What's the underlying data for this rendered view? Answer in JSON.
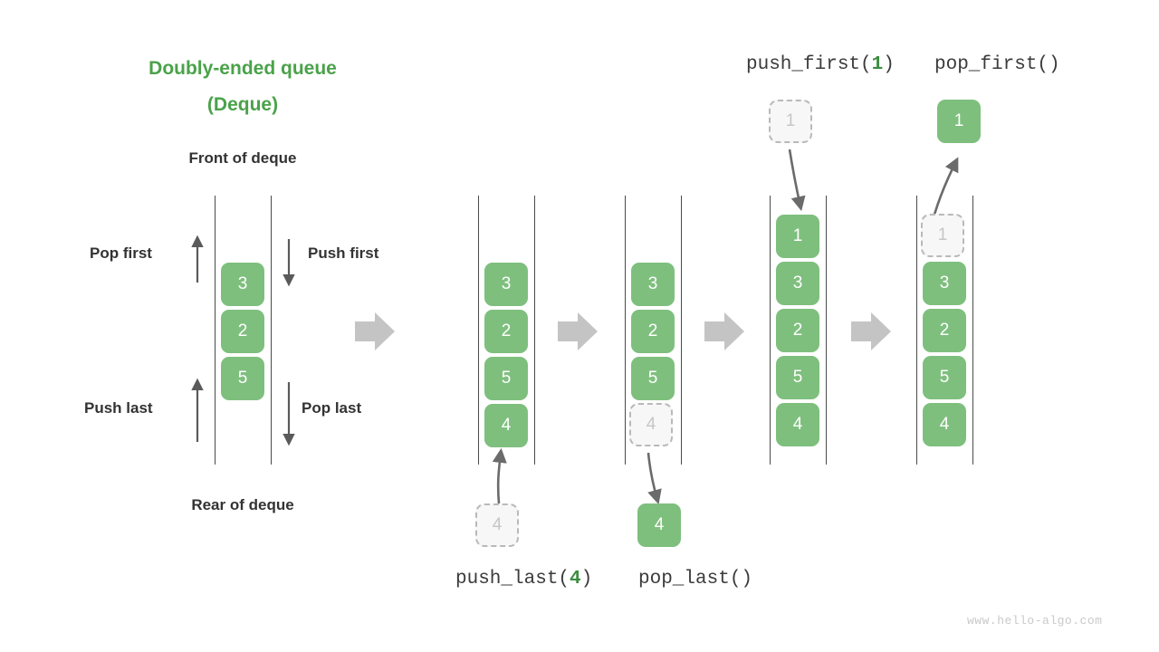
{
  "title": {
    "line1": "Doubly-ended queue",
    "line2": "(Deque)"
  },
  "labels": {
    "front": "Front of deque",
    "rear": "Rear of deque",
    "pop_first": "Pop first",
    "push_first": "Push first",
    "push_last": "Push last",
    "pop_last": "Pop last"
  },
  "captions": {
    "push_first": {
      "prefix": "push_first(",
      "arg": "1",
      "suffix": ")"
    },
    "pop_first": {
      "prefix": "pop_first()",
      "arg": "",
      "suffix": ""
    },
    "push_last": {
      "prefix": "push_last(",
      "arg": "4",
      "suffix": ")"
    },
    "pop_last": {
      "prefix": "pop_last()",
      "arg": "",
      "suffix": ""
    }
  },
  "colors": {
    "accent_green": "#4aa24a",
    "box_green": "#7ebf7e",
    "ghost_fill": "#f7f7f7",
    "ghost_border": "#b9b9b9",
    "ghost_text": "#c6c6c6",
    "rail": "#4a4a4a",
    "arrow_thin": "#5a5a5a",
    "arrow_block": "#c4c4c4",
    "text": "#333333",
    "watermark": "#c9c9c9"
  },
  "columns": [
    {
      "name": "initial-deque",
      "values": [
        "3",
        "2",
        "5"
      ],
      "states": [
        "solid",
        "solid",
        "solid"
      ]
    },
    {
      "name": "after-push-last",
      "values": [
        "3",
        "2",
        "5",
        "4"
      ],
      "states": [
        "solid",
        "solid",
        "solid",
        "solid"
      ]
    },
    {
      "name": "before-pop-last",
      "values": [
        "3",
        "2",
        "5",
        "4"
      ],
      "states": [
        "solid",
        "solid",
        "solid",
        "ghost"
      ]
    },
    {
      "name": "after-push-first",
      "values": [
        "1",
        "3",
        "2",
        "5",
        "4"
      ],
      "states": [
        "solid",
        "solid",
        "solid",
        "solid",
        "solid"
      ]
    },
    {
      "name": "before-pop-first",
      "values": [
        "1",
        "3",
        "2",
        "5",
        "4"
      ],
      "states": [
        "ghost",
        "solid",
        "solid",
        "solid",
        "solid"
      ]
    }
  ],
  "floating_boxes": [
    {
      "name": "push-last-source",
      "value": "4",
      "state": "ghost"
    },
    {
      "name": "pop-last-result",
      "value": "4",
      "state": "solid"
    },
    {
      "name": "push-first-source",
      "value": "1",
      "state": "ghost"
    },
    {
      "name": "pop-first-result",
      "value": "1",
      "state": "solid"
    }
  ],
  "watermark": "www.hello-algo.com"
}
